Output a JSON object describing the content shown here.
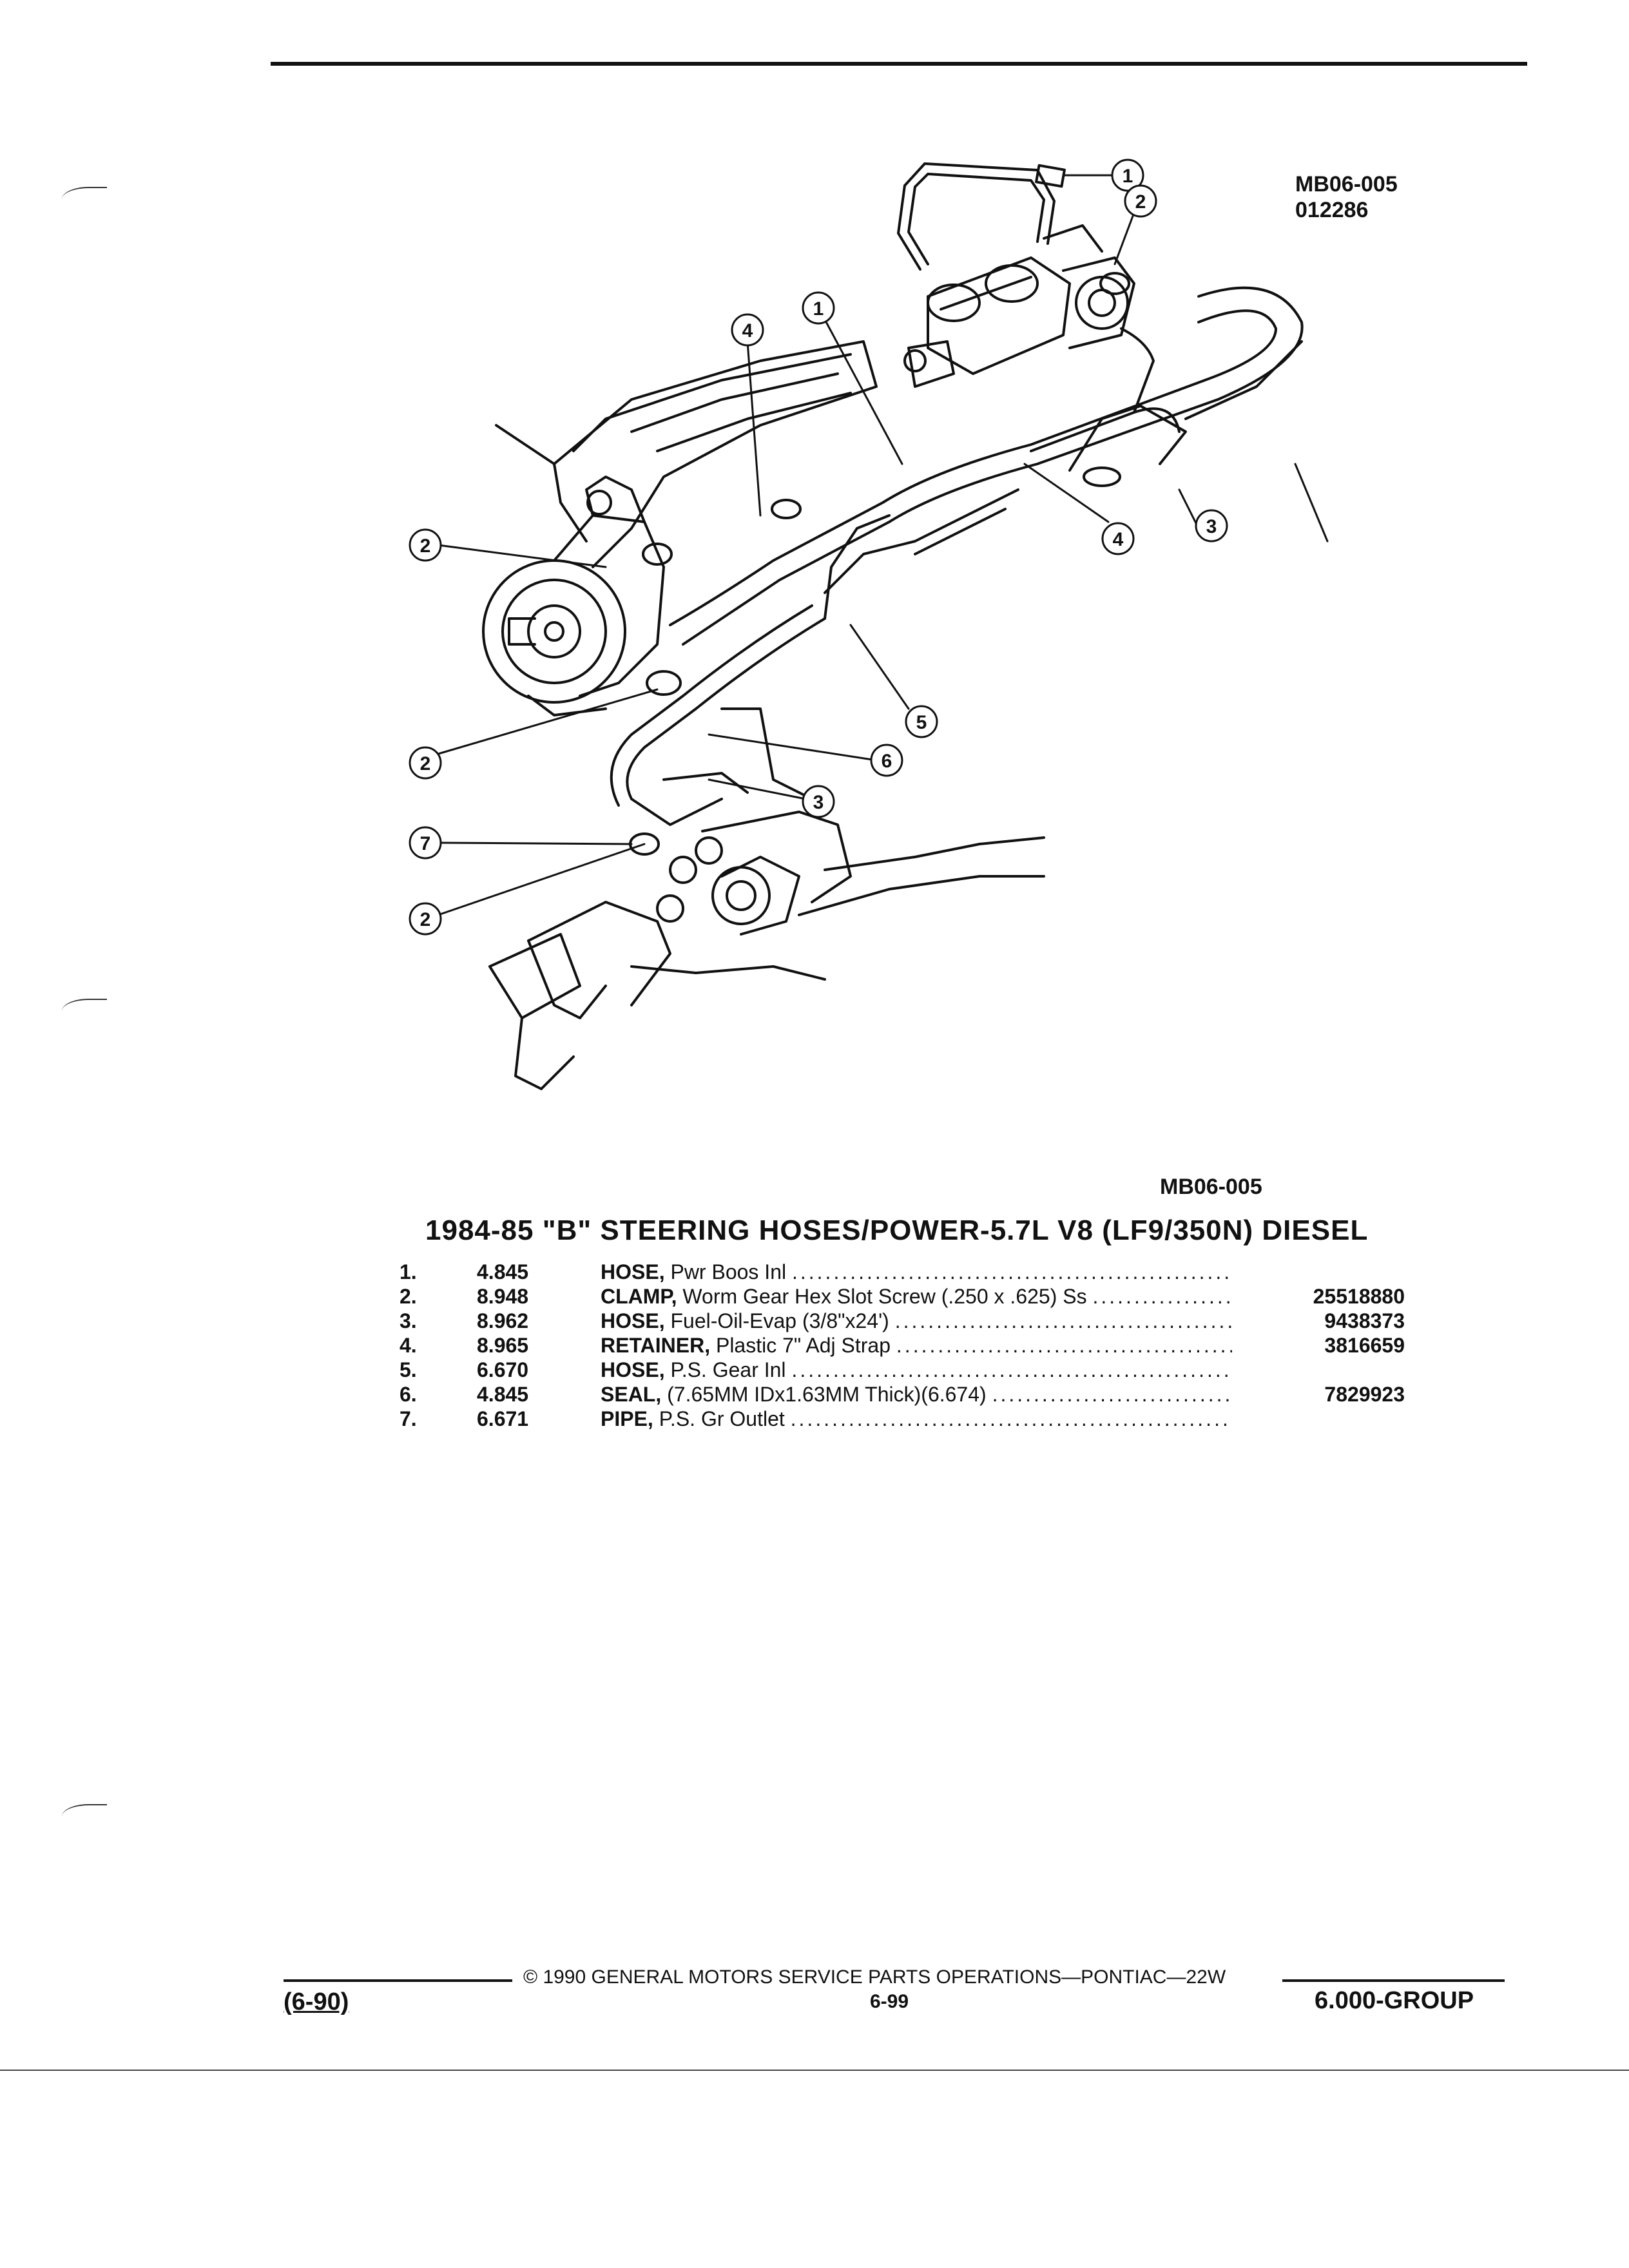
{
  "header": {
    "code": "MB06-005",
    "number": "012286"
  },
  "diagram": {
    "callouts": [
      "1",
      "2",
      "1",
      "4",
      "3",
      "4",
      "2",
      "5",
      "6",
      "2",
      "3",
      "7",
      "2"
    ]
  },
  "figure_caption": "MB06-005",
  "section_title": "1984-85 \"B\" STEERING HOSES/POWER-5.7L V8 (LF9/350N) DIESEL",
  "parts": [
    {
      "num": "1.",
      "group": "4.845",
      "name": "HOSE,",
      "desc": "Pwr Boos Inl",
      "part": ""
    },
    {
      "num": "2.",
      "group": "8.948",
      "name": "CLAMP,",
      "desc": "Worm Gear Hex Slot Screw (.250 x .625) Ss",
      "part": "25518880"
    },
    {
      "num": "3.",
      "group": "8.962",
      "name": "HOSE,",
      "desc": "Fuel-Oil-Evap (3/8\"x24')",
      "part": "9438373"
    },
    {
      "num": "4.",
      "group": "8.965",
      "name": "RETAINER,",
      "desc": "Plastic 7\" Adj Strap",
      "part": "3816659"
    },
    {
      "num": "5.",
      "group": "6.670",
      "name": "HOSE,",
      "desc": "P.S. Gear Inl",
      "part": ""
    },
    {
      "num": "6.",
      "group": "4.845",
      "name": "SEAL,",
      "desc": "(7.65MM IDx1.63MM Thick)(6.674)",
      "part": "7829923"
    },
    {
      "num": "7.",
      "group": "6.671",
      "name": "PIPE,",
      "desc": "P.S. Gr Outlet",
      "part": ""
    }
  ],
  "footer": {
    "copyright": "© 1990 GENERAL MOTORS SERVICE PARTS OPERATIONS—PONTIAC—22W",
    "date": "(6-90)",
    "page": "6-99",
    "group": "6.000-GROUP"
  }
}
